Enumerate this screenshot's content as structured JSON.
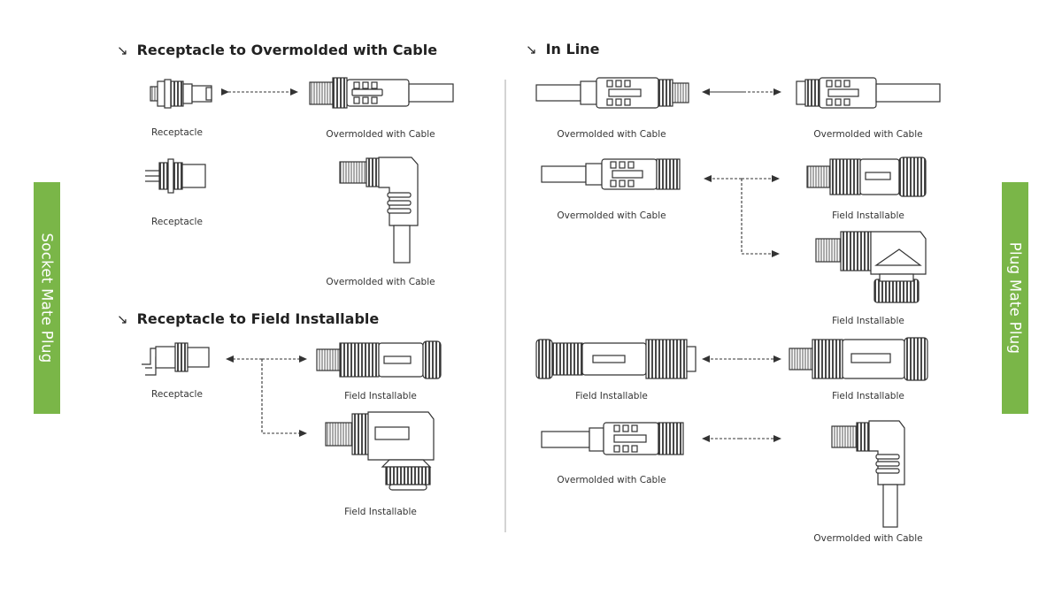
{
  "side_tabs": {
    "left": "Socket Mate Plug",
    "right": "Plug Mate Plug"
  },
  "sections": {
    "s1": "Receptacle to Overmolded with Cable",
    "s2": "Receptacle to Field Installable",
    "s3": "In Line"
  },
  "section_arrow": "↘",
  "captions": {
    "c1": "Receptacle",
    "c2": "Overmolded with Cable",
    "c3": "Receptacle",
    "c4": "Overmolded with Cable",
    "c5": "Receptacle",
    "c6": "Field Installable",
    "c7": "Field Installable",
    "c8": "Overmolded with Cable",
    "c9": "Overmolded with Cable",
    "c10": "Overmolded with Cable",
    "c11": "Field Installable",
    "c12": "Field Installable",
    "c13": "Field Installable",
    "c14": "Field Installable",
    "c15": "Overmolded with Cable",
    "c16": "Overmolded with Cable"
  }
}
